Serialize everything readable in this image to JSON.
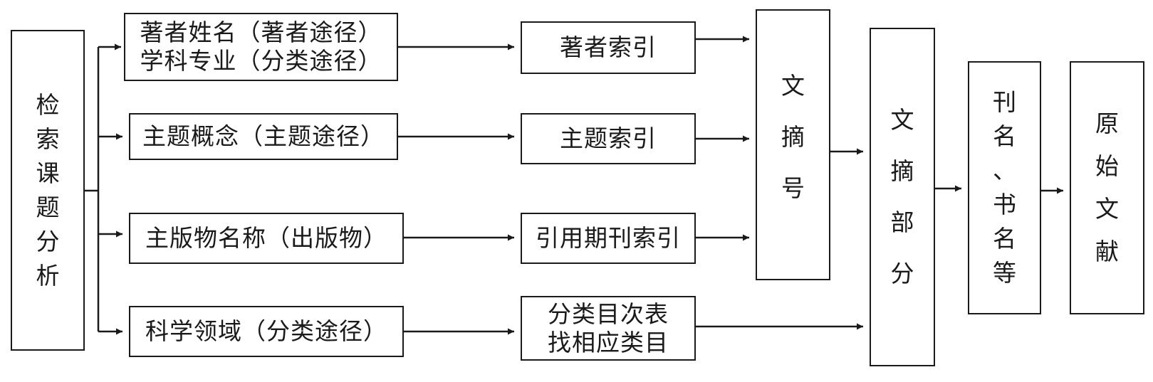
{
  "left": {
    "label": "检索课题分析"
  },
  "routes": [
    {
      "label": "著者姓名（著者途径）\n学科专业（分类途径）"
    },
    {
      "label": "主题概念（主题途径）"
    },
    {
      "label": "主版物名称（出版物）"
    },
    {
      "label": "科学领域（分类途径）"
    }
  ],
  "indexes": [
    {
      "label": "著者索引"
    },
    {
      "label": "主题索引"
    },
    {
      "label": "引用期刊索引"
    },
    {
      "label": "分类目次表\n找相应类目"
    }
  ],
  "abstract_number": {
    "label": "文摘号"
  },
  "abstract_section": {
    "label": "文摘部分"
  },
  "journal_name": {
    "label": "刊名、书名等"
  },
  "original": {
    "label": "原始文献"
  }
}
